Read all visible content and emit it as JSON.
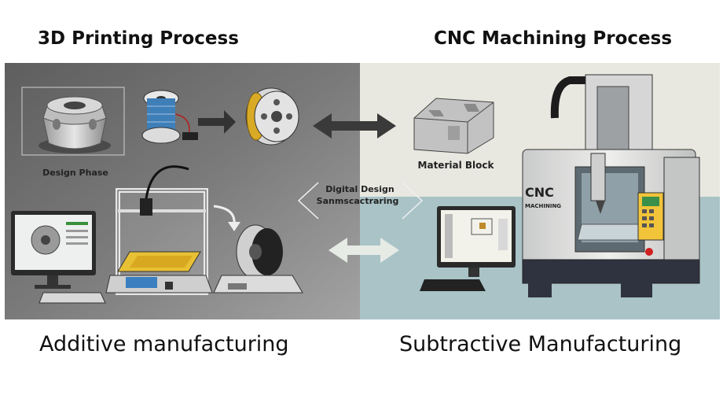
{
  "titles": {
    "left": "3D Printing Process",
    "right": "CNC Machining Process"
  },
  "captions": {
    "left": "Additive manufacturing",
    "right": "Subtractive Manufacturing"
  },
  "labels": {
    "design_phase": "Design Phase",
    "material_block": "Material Block",
    "center_line1": "Digital Design",
    "center_line2": "Sanmscactraring",
    "cnc_brand": "CNC",
    "cnc_sub": "MACHINING"
  },
  "colors": {
    "left_panel": "#6e6e6e",
    "right_top": "#e8e8e0",
    "right_bottom": "#a9c3c7",
    "accent_yellow": "#e0b020",
    "machine_body": "#dcdedd",
    "arrow_dark": "#3a3a3a",
    "arrow_light": "#e6ebe6"
  }
}
